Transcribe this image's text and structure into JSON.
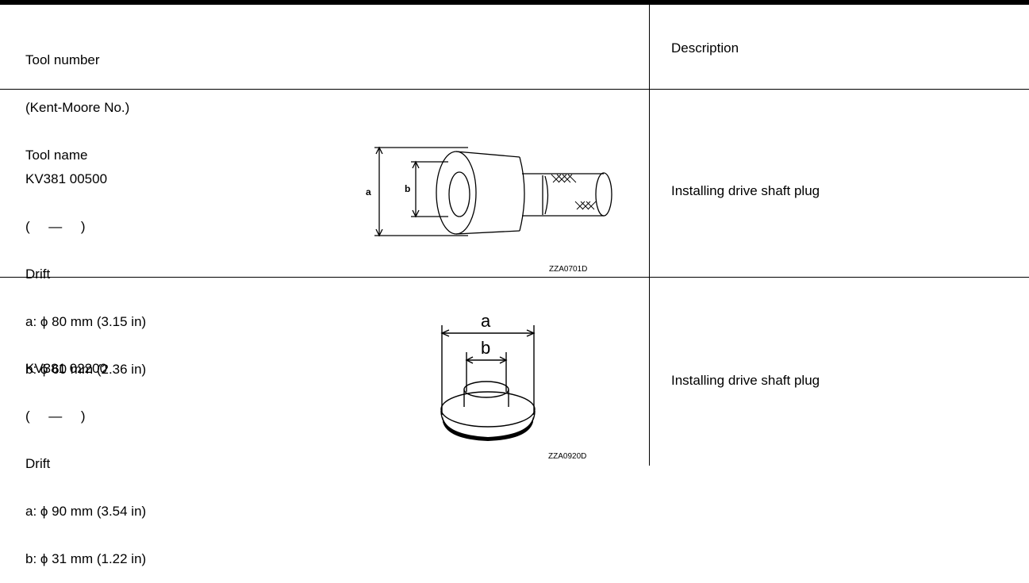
{
  "header": {
    "tool_lines": [
      "Tool number",
      "(Kent-Moore No.)",
      "Tool name"
    ],
    "description": "Description"
  },
  "rows": [
    {
      "tool_number": "KV381 00500",
      "kent_moore": "(     —     )",
      "tool_name": "Drift",
      "dim_a": "a: ϕ 80 mm (3.15 in)",
      "dim_b": "b: ϕ 60 mm (2.36 in)",
      "figure_label_a": "a",
      "figure_label_b": "b",
      "figure_id": "ZZA0701D",
      "description": "Installing drive shaft plug"
    },
    {
      "tool_number": "KV381 02200",
      "kent_moore": "(     —     )",
      "tool_name": "Drift",
      "dim_a": "a: ϕ 90 mm (3.54 in)",
      "dim_b": "b: ϕ 31 mm (1.22 in)",
      "figure_label_a": "a",
      "figure_label_b": "b",
      "figure_id": "ZZA0920D",
      "description": "Installing drive shaft plug"
    }
  ]
}
